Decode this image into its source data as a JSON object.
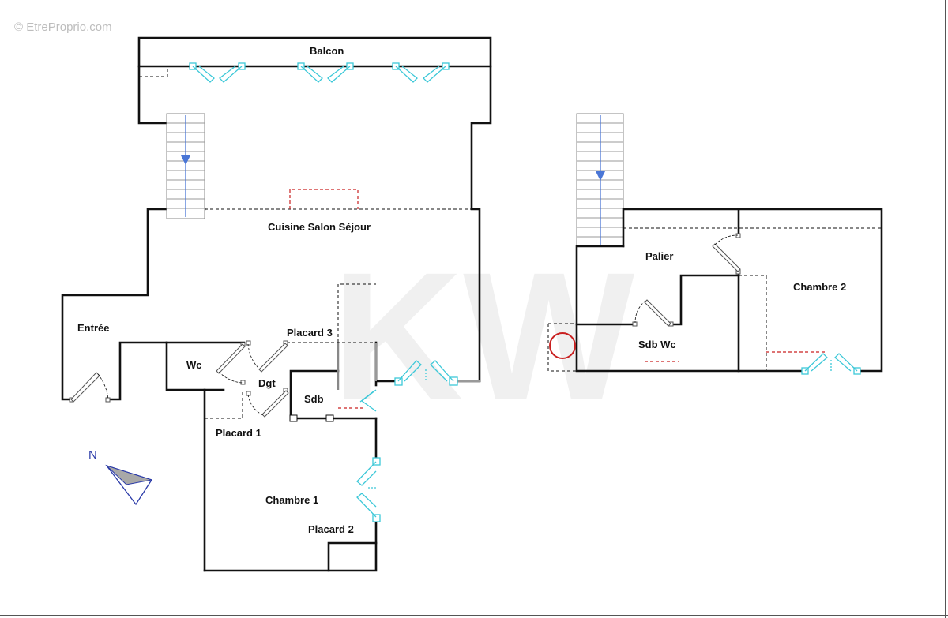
{
  "watermark": {
    "text": "© EtreProprio.com",
    "logo": "KW"
  },
  "compass": {
    "letter": "N"
  },
  "rooms": {
    "balcon": "Balcon",
    "cuisine": "Cuisine Salon Séjour",
    "entree": "Entrée",
    "wc": "Wc",
    "placard3": "Placard 3",
    "dgt": "Dgt",
    "sdb": "Sdb",
    "placard1": "Placard 1",
    "chambre1": "Chambre 1",
    "placard2": "Placard 2",
    "palier": "Palier",
    "chambre2": "Chambre 2",
    "sdbwc": "Sdb Wc"
  },
  "colors": {
    "wall": "#111111",
    "window": "#3cc8d8",
    "stair_arrow": "#4a76d6",
    "dashed_red": "#c92020",
    "compass": "#2a3aa8"
  }
}
